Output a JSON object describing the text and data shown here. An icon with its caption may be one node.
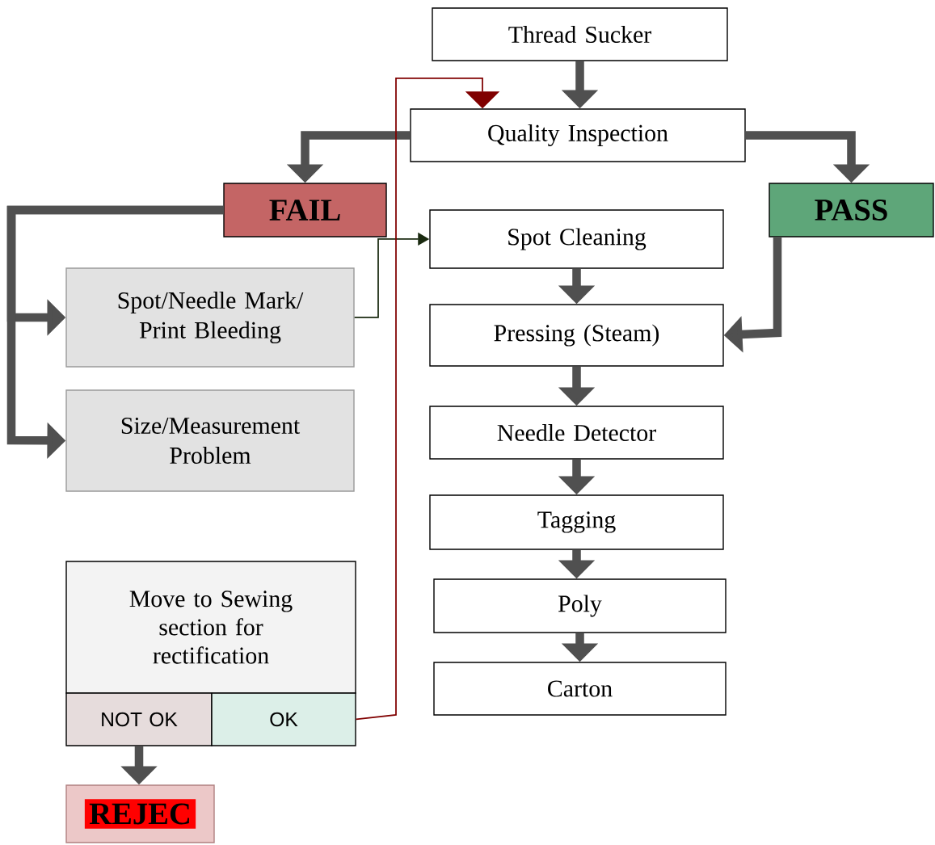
{
  "diagram": {
    "nodes": [
      {
        "text": [
          "Thread Sucker"
        ]
      },
      {
        "text": [
          "Quality Inspection"
        ]
      },
      {
        "text": [
          "FAIL"
        ]
      },
      {
        "text": [
          "PASS"
        ]
      },
      {
        "text": [
          "Spot Cleaning"
        ]
      },
      {
        "text": [
          "Spot/Needle Mark/ Print Bleeding"
        ]
      },
      {
        "text": [
          "Size/Measurement Problem"
        ]
      },
      {
        "text": [
          "Pressing (Steam)"
        ]
      },
      {
        "text": [
          "Needle Detector"
        ]
      },
      {
        "text": [
          "Tagging"
        ]
      },
      {
        "text": [
          "Poly"
        ]
      },
      {
        "text": [
          "Carton"
        ]
      },
      {
        "text": [
          "Move to Sewing section for rectification"
        ]
      },
      {
        "text": [
          "NOT OK"
        ]
      },
      {
        "text": [
          "OK"
        ]
      },
      {
        "text": [
          "REJEC"
        ]
      }
    ],
    "edges": [
      {
        "from": 0,
        "to": 1,
        "arrow": "to"
      },
      {
        "from": 1,
        "to": 2,
        "arrow": "to"
      },
      {
        "from": 1,
        "to": 3,
        "arrow": "to"
      },
      {
        "from": 2,
        "to": 5,
        "arrow": "to"
      },
      {
        "from": 2,
        "to": 6,
        "arrow": "to"
      },
      {
        "from": 5,
        "to": 4,
        "arrow": "to",
        "color": "#1a2a10"
      },
      {
        "from": 3,
        "to": 7,
        "arrow": "to"
      },
      {
        "from": 4,
        "to": 7,
        "arrow": "to"
      },
      {
        "from": 7,
        "to": 8,
        "arrow": "to"
      },
      {
        "from": 8,
        "to": 9,
        "arrow": "to"
      },
      {
        "from": 9,
        "to": 10,
        "arrow": "to"
      },
      {
        "from": 10,
        "to": 11,
        "arrow": "to"
      },
      {
        "from": 13,
        "to": 15,
        "arrow": "to"
      },
      {
        "from": 14,
        "to": 1,
        "arrow": "to",
        "color": "#800000"
      }
    ]
  }
}
